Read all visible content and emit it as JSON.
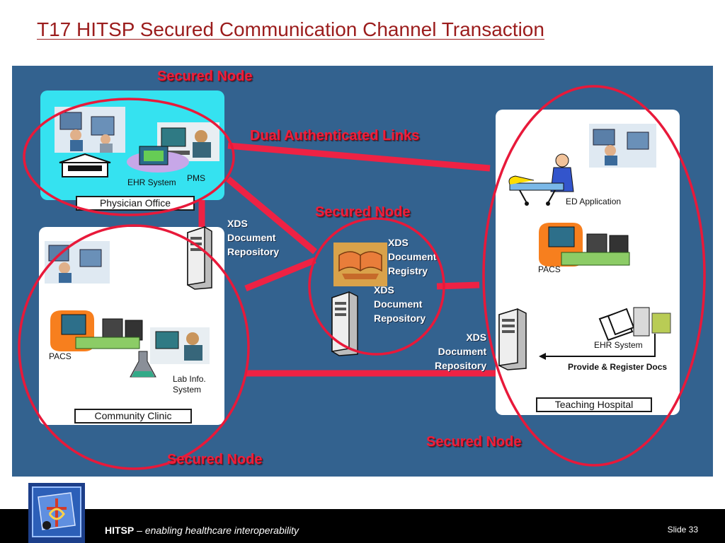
{
  "slide": {
    "title": "T17  HITSP Secured Communication Channel Transaction"
  },
  "diagram": {
    "node_titles": {
      "top_left": "Secured Node",
      "center": "Secured Node",
      "bottom_right": "Secured Node",
      "bottom_left": "Secured Node"
    },
    "dual_links_label": "Dual Authenticated Links",
    "physician_office": {
      "box_label": "Physician Office",
      "ehr_label": "EHR System",
      "pms_label": "PMS"
    },
    "community_clinic": {
      "box_label": "Community Clinic",
      "pacs_label": "PACS",
      "lab_label": "Lab Info.\nSystem"
    },
    "clinic_repository_label": "XDS\nDocument\nRepository",
    "center_node": {
      "registry_label": "XDS\nDocument\nRegistry",
      "repository_label": "XDS\nDocument\nRepository"
    },
    "teaching_hospital": {
      "box_label": "Teaching Hospital",
      "ed_label": "ED Application",
      "pacs_label": "PACS",
      "ehr_label": "EHR System",
      "provide_label": "Provide & Register Docs",
      "repository_label": "XDS\nDocument\nRepository"
    },
    "colors": {
      "background": "#33628f",
      "ring": "#e8193a",
      "link": "#ee2244",
      "panel_cyan": "#35e2f0"
    }
  },
  "footer": {
    "brand": "HITSP",
    "separator": " – ",
    "tagline": "enabling healthcare interoperability",
    "slide_number": "Slide 33"
  }
}
